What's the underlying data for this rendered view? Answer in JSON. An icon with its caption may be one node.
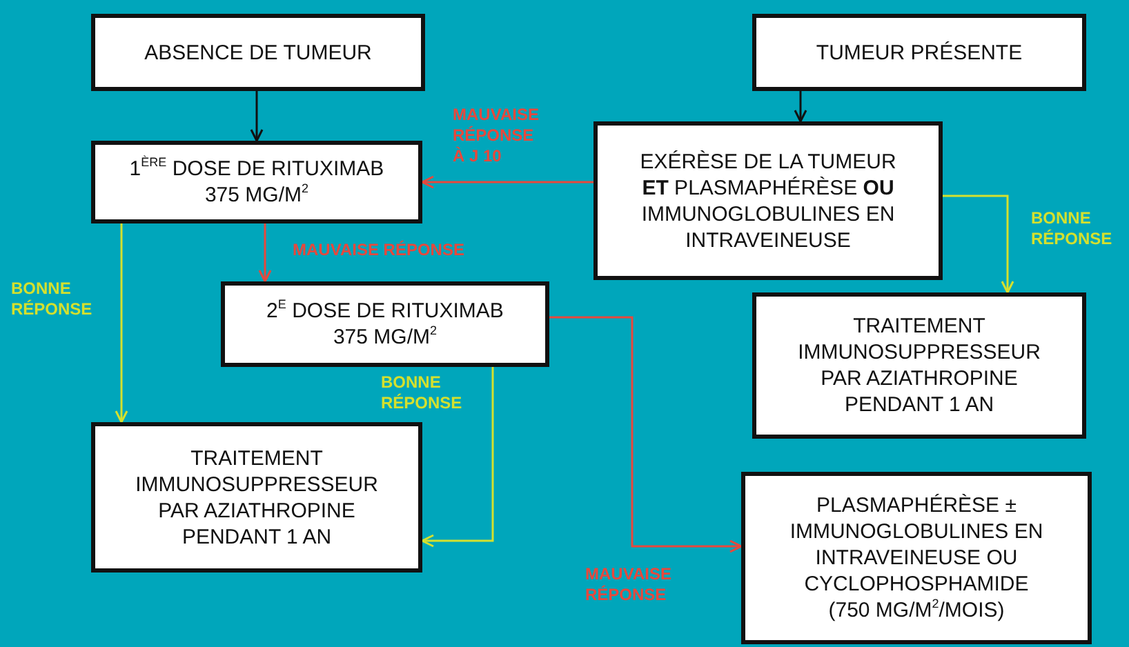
{
  "diagram": {
    "nodes": [
      {
        "text": [
          "ABSENCE DE TUMEUR"
        ]
      },
      {
        "text": [
          "TUMEUR PRÉSENTE"
        ]
      },
      {
        "text": [
          "1$^{ÈRE}$ DOSE DE RITUXIMAB 375 MG/M$^{2}$"
        ]
      },
      {
        "text": [
          "EXÉRÈSE DE LA TUMEUR **ET** PLASMAPHÉRÈSE **OU** IMMUNOGLOBULINES EN INTRAVEINEUSE"
        ]
      },
      {
        "text": [
          "2$^{E}$ DOSE DE RITUXIMAB 375 MG/M$^{2}$"
        ]
      },
      {
        "text": [
          "TRAITEMENT IMMUNOSUPPRESSEUR PAR AZIATHROPINE PENDANT 1 AN"
        ]
      },
      {
        "text": [
          "TRAITEMENT IMMUNOSUPPRESSEUR PAR AZIATHROPINE PENDANT 1 AN"
        ]
      },
      {
        "text": [
          "PLASMAPHÉRÈSE ± IMMUNOGLOBULINES EN INTRAVEINEUSE OU CYCLOPHOSPHAMIDE (750 MG/M$^{2}$/MOIS)"
        ]
      }
    ],
    "edges": [
      {
        "from": 0,
        "to": 2,
        "arrow": "to",
        "color": "#111111"
      },
      {
        "from": 1,
        "to": 3,
        "arrow": "to",
        "color": "#111111"
      },
      {
        "from": 3,
        "to": 2,
        "arrow": "to",
        "label": "MAUVAISE RÉPONSE À J 10",
        "color": "#e8483c"
      },
      {
        "from": 2,
        "to": 4,
        "arrow": "to",
        "label": "MAUVAISE RÉPONSE",
        "color": "#e8483c"
      },
      {
        "from": 3,
        "to": 5,
        "arrow": "to",
        "label": "BONNE RÉPONSE",
        "color": "#d4e02e"
      },
      {
        "from": 2,
        "to": 6,
        "arrow": "to",
        "label": "BONNE RÉPONSE",
        "color": "#d4e02e"
      },
      {
        "from": 4,
        "to": 6,
        "arrow": "to",
        "label": "BONNE RÉPONSE",
        "color": "#d4e02e"
      },
      {
        "from": 4,
        "to": 7,
        "arrow": "to",
        "label": "MAUVAISE RÉPONSE",
        "color": "#e8483c"
      }
    ]
  }
}
